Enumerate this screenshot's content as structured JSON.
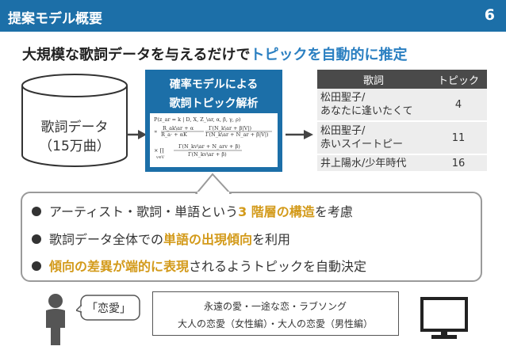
{
  "header": {
    "title": "提案モデル概要",
    "page_number": "6"
  },
  "headline": {
    "part1": "大規模な歌詞データを与えるだけで",
    "part2": "トピックを自動的に推定"
  },
  "database": {
    "line1": "歌詞データ",
    "line2": "（15万曲）"
  },
  "model": {
    "line1": "確率モデルによる",
    "line2": "歌詞トピック解析"
  },
  "table": {
    "headers": [
      "歌詞",
      "トピック"
    ],
    "rows": [
      {
        "lyric_line1": "松田聖子/",
        "lyric_line2": "あなたに逢いたくて",
        "topic": "4"
      },
      {
        "lyric_line1": "松田聖子/",
        "lyric_line2": "赤いスイートピー",
        "topic": "11"
      },
      {
        "lyric_line1": "井上陽水/少年時代",
        "lyric_line2": "",
        "topic": "16"
      }
    ]
  },
  "bullets": [
    {
      "pre": "アーティスト・歌詞・単語という",
      "em": "3 階層の構造",
      "post": "を考慮"
    },
    {
      "pre": "歌詞データ全体での",
      "em": "単語の出現傾向",
      "post": "を利用"
    },
    {
      "pre": "",
      "em": "傾向の差異が端的に表現",
      "post": "されるようトピックを自動決定"
    }
  ],
  "speech": "「恋愛」",
  "tags": {
    "line1": "永遠の愛・一途な恋・ラブソング",
    "line2": "大人の恋愛（女性編）・大人の恋愛（男性編）"
  }
}
